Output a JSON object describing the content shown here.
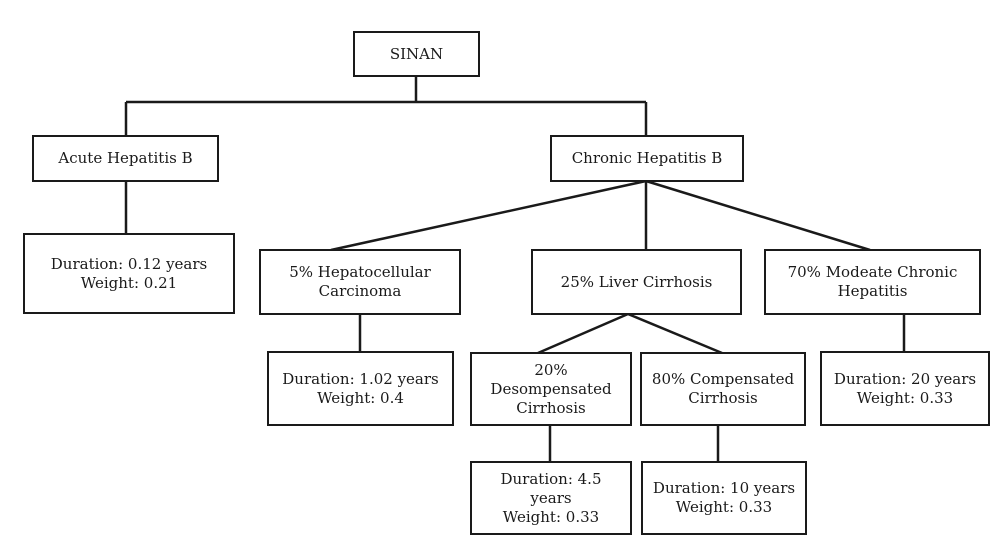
{
  "nodes": {
    "root": "SINAN",
    "acute": "Acute Hepatitis B",
    "chronic": "Chronic Hepatitis B",
    "acute_outcome": "Duration: 0.12 years\nWeight: 0.21",
    "hcc": "5% Hepatocellular\nCarcinoma",
    "cirrhosis": "25% Liver Cirrhosis",
    "moderate": "70% Modeate Chronic\nHepatitis",
    "hcc_outcome": "Duration: 1.02 years\nWeight: 0.4",
    "decompensated": "20%\nDesompensated\nCirrhosis",
    "compensated": "80% Compensated\nCirrhosis",
    "moderate_outcome": "Duration: 20 years\nWeight: 0.33",
    "decompensated_outcome": "Duration: 4.5 years\nWeight: 0.33",
    "compensated_outcome": "Duration: 10 years\nWeight: 0.33"
  }
}
